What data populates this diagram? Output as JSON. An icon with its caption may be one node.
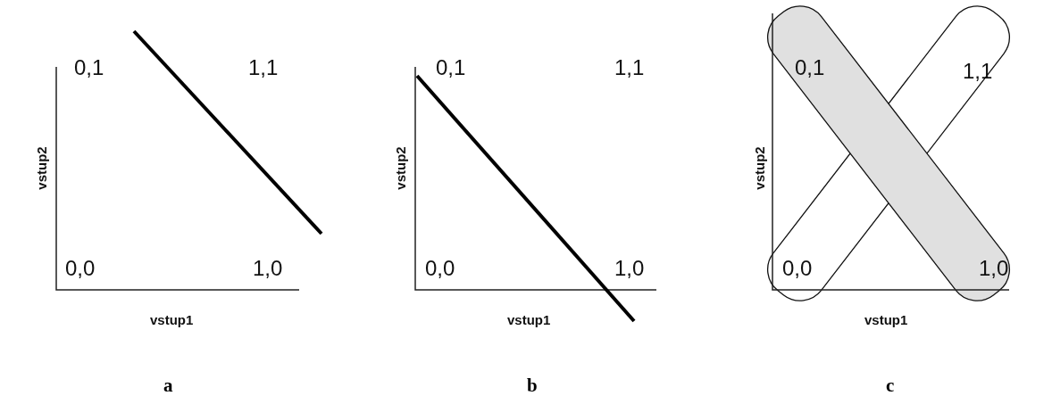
{
  "diagram": {
    "labels": [
      "0,1",
      "1,1",
      "vstup2",
      "0,0",
      "1,0",
      "vstup1",
      "a",
      "0,1",
      "1,1",
      "vstup2",
      "0,0",
      "1,0",
      "vstup1",
      "b",
      "0,1",
      "1,1",
      "vstup2",
      "0,0",
      "1,0",
      "vstup1",
      "c"
    ]
  }
}
